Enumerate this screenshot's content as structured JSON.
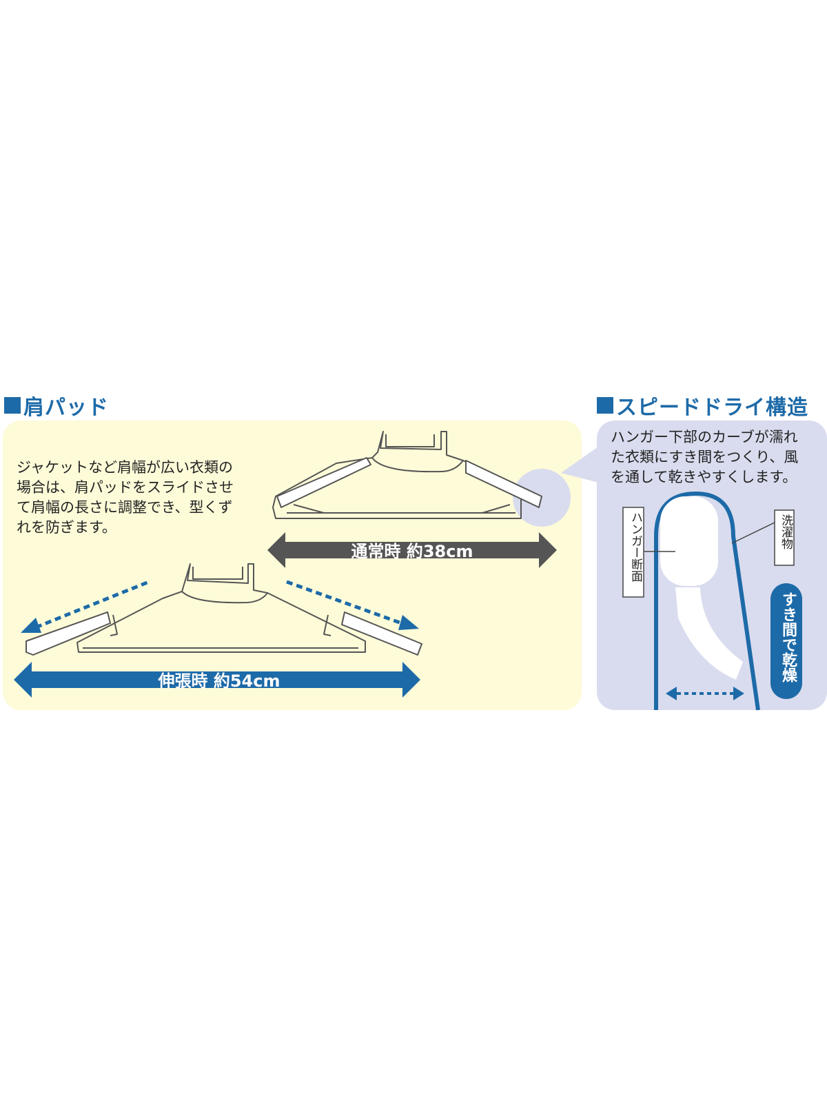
{
  "shoulder_pad": {
    "title": "肩パッド",
    "description": "ジャケットなど肩幅が広い衣類の\n場合は、肩パッドをスライドさせ\nて肩幅の長さに調整でき、型くず\nれを防ぎます。",
    "normal_label": "通常時 約38cm",
    "extended_label": "伸張時 約54cm"
  },
  "speed_dry": {
    "title": "スピードドライ構造",
    "description": "ハンガー下部のカーブが濡れ\nた衣類にすき間をつくり、風\nを通して乾きやすくします。",
    "hanger_label": "ハンガー断面",
    "laundry_label": "洗濯物",
    "gap_label": "すき間で乾燥"
  },
  "colors": {
    "brand_blue": "#1d6aa8",
    "panel_yellow": "#fdfbd8",
    "panel_blue": "#d9dcee",
    "arrow_gray": "#555555"
  }
}
